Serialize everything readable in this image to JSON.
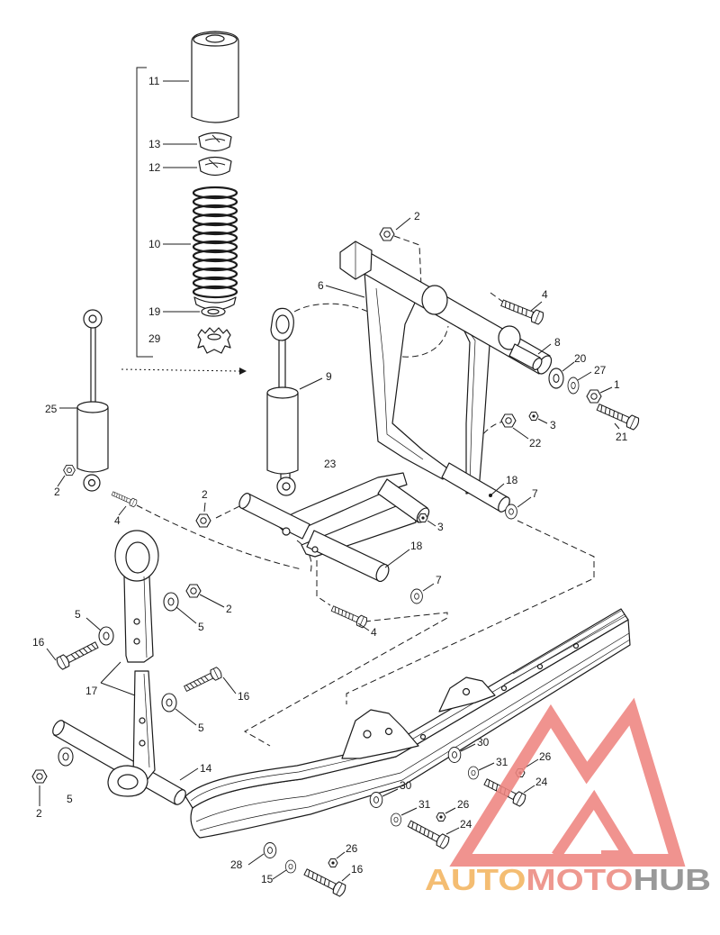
{
  "callouts": [
    "11",
    "13",
    "12",
    "10",
    "19",
    "29",
    "2",
    "6",
    "4",
    "8",
    "20",
    "27",
    "1",
    "21",
    "3",
    "22",
    "9",
    "25",
    "2",
    "4",
    "2",
    "23",
    "18",
    "7",
    "3",
    "18",
    "7",
    "4",
    "2",
    "5",
    "5",
    "16",
    "17",
    "16",
    "5",
    "14",
    "5",
    "2",
    "30",
    "26",
    "31",
    "24",
    "30",
    "31",
    "26",
    "24",
    "26",
    "28",
    "16",
    "15"
  ],
  "watermark": {
    "part1": "AUTO",
    "part2": "MOTO",
    "part3": "HUB",
    "colors": {
      "auto": "#f3b45f",
      "moto": "#ec8a80",
      "hub": "#8c8c8c",
      "logo": "#ef8580"
    }
  },
  "colors": {
    "line": "#1b1b1b",
    "background": "#ffffff"
  }
}
